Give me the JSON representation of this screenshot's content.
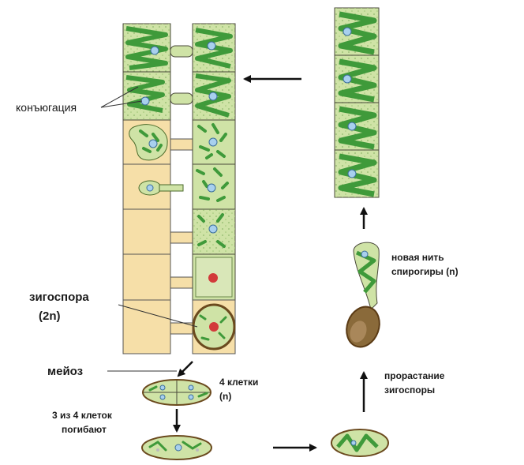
{
  "labels": {
    "conjugation": "конъюгация",
    "zygospore_line1": "зигоспора",
    "zygospore_line2": "(2n)",
    "meiosis": "мейоз",
    "four_cells_line1": "4 клетки",
    "four_cells_line2": "(n)",
    "three_die_line1": "3 из 4 клеток",
    "three_die_line2": "погибают",
    "new_filament_line1": "новая нить",
    "new_filament_line2": "спирогиры (n)",
    "germination_line1": "прорастание",
    "germination_line2": "зигоспоры"
  },
  "colors": {
    "cell_green": "#cfe3a6",
    "chloroplast": "#3f9a3a",
    "cell_outline": "#4a4a3a",
    "empty_cell": "#f6dfa8",
    "zygospore_wall": "#6b4a1e",
    "zygote_nucleus": "#d23a3a",
    "nucleus_blue": "#6fa8d6",
    "arrow": "#111111"
  }
}
